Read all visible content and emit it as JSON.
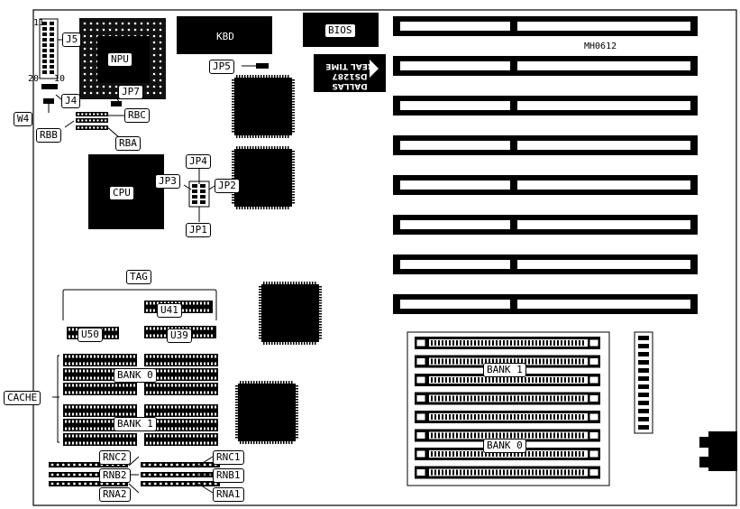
{
  "model": "MH0612",
  "chips": {
    "npu": "NPU",
    "cpu": "CPU",
    "kbd": "KBD",
    "bios": "BIOS"
  },
  "rtc": {
    "line1": "DALLAS",
    "line2": "DS1287",
    "line3": "REAL TIME"
  },
  "connectors": {
    "j5": "J5",
    "j4": "J4",
    "pin11": "11",
    "pin20": "20",
    "pin10": "10"
  },
  "jumpers": {
    "jp1": "JP1",
    "jp2": "JP2",
    "jp3": "JP3",
    "jp4": "JP4",
    "jp5": "JP5",
    "jp7": "JP7",
    "w4": "W4"
  },
  "resistor_packs": {
    "rbc": "RBC",
    "rbb": "RBB",
    "rba": "RBA",
    "rnc2": "RNC2",
    "rnb2": "RNB2",
    "rna2": "RNA2",
    "rnc1": "RNC1",
    "rnb1": "RNB1",
    "rna1": "RNA1"
  },
  "cache": {
    "tag": "TAG",
    "u41": "U41",
    "u50": "U50",
    "u39": "U39",
    "bank0": "BANK 0",
    "bank1": "BANK 1",
    "cache": "CACHE"
  },
  "simm": {
    "bank1": "BANK 1",
    "bank0": "BANK 0"
  },
  "colors": {
    "ink": "#000000",
    "paper": "#ffffff"
  }
}
